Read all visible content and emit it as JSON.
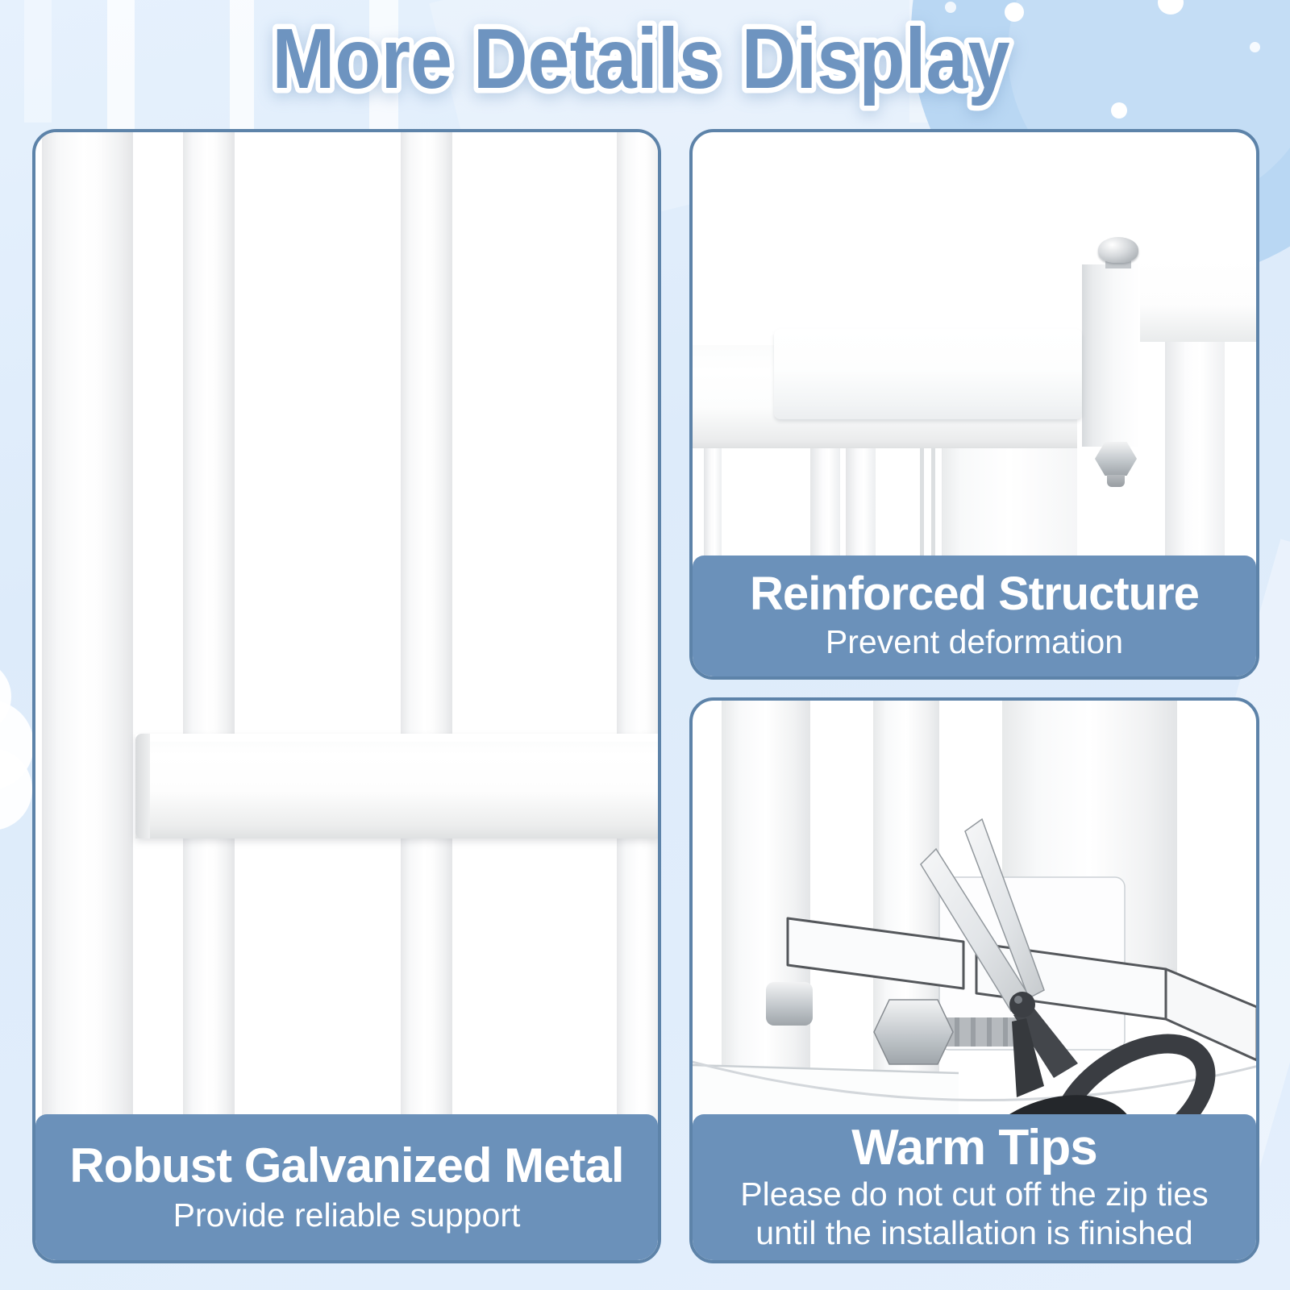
{
  "header": {
    "title": "More Details Display"
  },
  "colors": {
    "title-blue": "#6e94c0",
    "caption-band": "#6b91ba",
    "panel-border": "#5d83a9",
    "background": "#ddebfa",
    "corner-accent": "#b9d7f3",
    "caption-text": "#ffffff"
  },
  "panels": {
    "left": {
      "title": "Robust Galvanized Metal",
      "subtitle": "Provide reliable support"
    },
    "top_right": {
      "title": "Reinforced Structure",
      "subtitle": "Prevent deformation"
    },
    "bottom_right": {
      "title": "Warm Tips",
      "subtitle_line1": "Please do not cut off the zip ties",
      "subtitle_line2": "until the installation is finished"
    }
  }
}
